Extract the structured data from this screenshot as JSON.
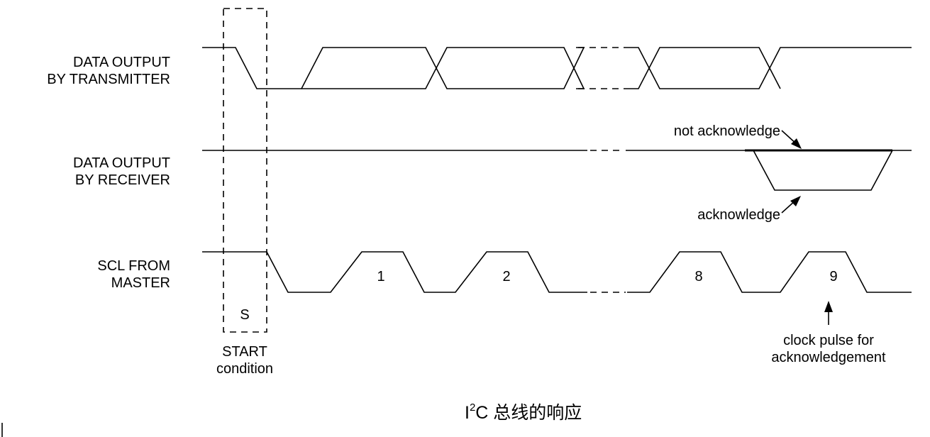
{
  "signals": {
    "transmitter": {
      "line1": "DATA OUTPUT",
      "line2": "BY TRANSMITTER"
    },
    "receiver": {
      "line1": "DATA OUTPUT",
      "line2": "BY RECEIVER"
    },
    "scl": {
      "line1": "SCL FROM",
      "line2": "MASTER"
    }
  },
  "start": {
    "box_label": "S",
    "caption_line1": "START",
    "caption_line2": "condition"
  },
  "clock_pulses": [
    "1",
    "2",
    "8",
    "9"
  ],
  "annotations": {
    "not_acknowledge": "not acknowledge",
    "acknowledge": "acknowledge",
    "clock_pulse_line1": "clock pulse for",
    "clock_pulse_line2": "acknowledgement"
  },
  "caption": {
    "prefix": "I",
    "superscript": "2",
    "rest": "C 总线的响应"
  }
}
